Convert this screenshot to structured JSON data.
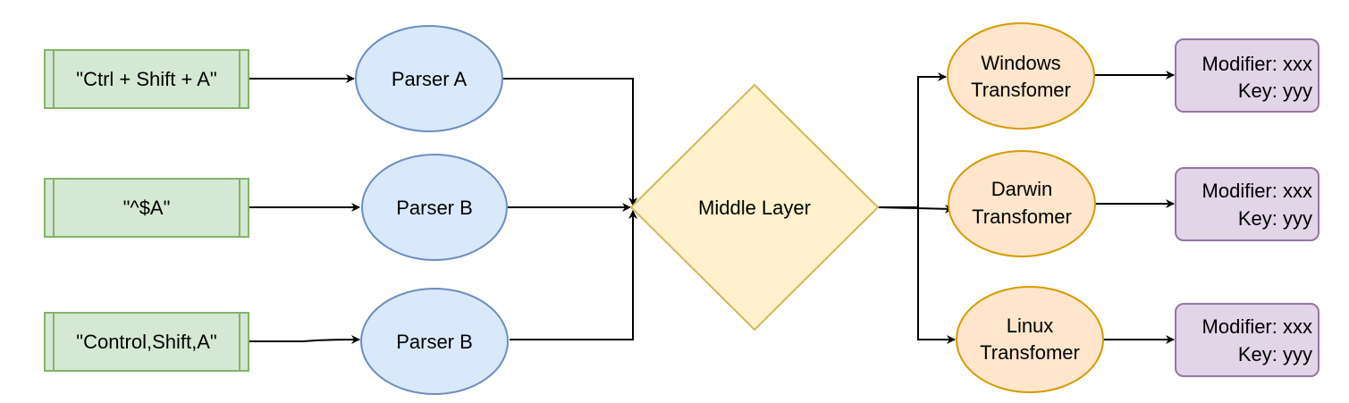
{
  "inputs": [
    {
      "text": "\"Ctrl + Shift + A\""
    },
    {
      "text": "\"^$A\""
    },
    {
      "text": "\"Control,Shift,A\""
    }
  ],
  "parsers": [
    {
      "label": "Parser A"
    },
    {
      "label": "Parser B"
    },
    {
      "label": "Parser B"
    }
  ],
  "middle": {
    "label": "Middle Layer"
  },
  "transformers": [
    {
      "line1": "Windows",
      "line2": "Transfomer"
    },
    {
      "line1": "Darwin",
      "line2": "Transfomer"
    },
    {
      "line1": "Linux",
      "line2": "Transfomer"
    }
  ],
  "outputs": [
    {
      "line1": "Modifier: xxx",
      "line2": "Key: yyy"
    },
    {
      "line1": "Modifier: xxx",
      "line2": "Key: yyy"
    },
    {
      "line1": "Modifier: xxx",
      "line2": "Key: yyy"
    }
  ],
  "colors": {
    "input_fill": "#d5e8d4",
    "input_stroke": "#82b366",
    "parser_fill": "#dae8fc",
    "parser_stroke": "#6c8ebf",
    "middle_fill": "#fff2cc",
    "middle_stroke": "#d6b656",
    "transformer_fill": "#ffe6cc",
    "transformer_stroke": "#d79b00",
    "output_fill": "#e1d5e7",
    "output_stroke": "#9673a6"
  }
}
